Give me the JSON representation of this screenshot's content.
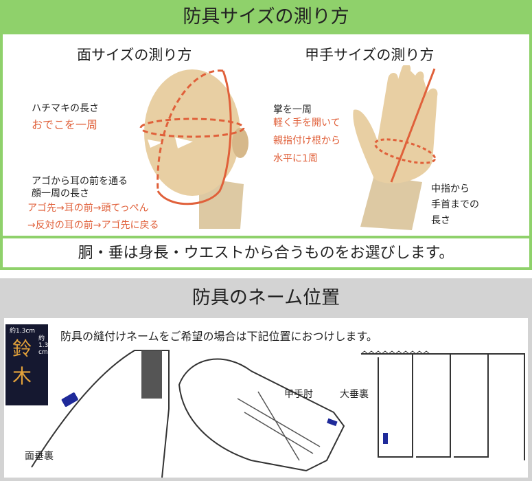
{
  "size_section": {
    "title": "防具サイズの測り方",
    "men": {
      "heading": "面サイズの測り方",
      "hachimaki_label": "ハチマキの長さ",
      "hachimaki_desc": "おでこを一周",
      "face_label_1": "アゴから耳の前を通る",
      "face_label_2": "顔一周の長さ",
      "face_desc_1": "アゴ先→耳の前→頭てっぺん",
      "face_desc_2": "→反対の耳の前→アゴ先に戻る"
    },
    "kote": {
      "heading": "甲手サイズの測り方",
      "palm_label": "掌を一周",
      "palm_desc_1": "軽く手を開いて",
      "palm_desc_2": "親指付け根から",
      "palm_desc_3": "水平に1周",
      "length_1": "中指から",
      "length_2": "手首までの",
      "length_3": "長さ"
    },
    "note": "胴・垂は身長・ウエストから合うものをお選びします。"
  },
  "name_section": {
    "title": "防具のネーム位置",
    "description": "防具の縫付けネームをご希望の場合は下記位置におつけします。",
    "sample": {
      "name_chars": [
        "鈴",
        "木"
      ],
      "width_label": "約1.3cm",
      "height_label_1": "約",
      "height_label_2": "1.3",
      "height_label_3": "cm"
    },
    "labels": {
      "men_dare": "面垂裏",
      "kote_hiji": "甲手肘",
      "ohdare": "大垂裏"
    }
  },
  "colors": {
    "green": "#8fd16b",
    "orange": "#e0603a",
    "skin": "#e8cfa3",
    "gray": "#d3d3d3",
    "tag": "#1f2a9a"
  }
}
